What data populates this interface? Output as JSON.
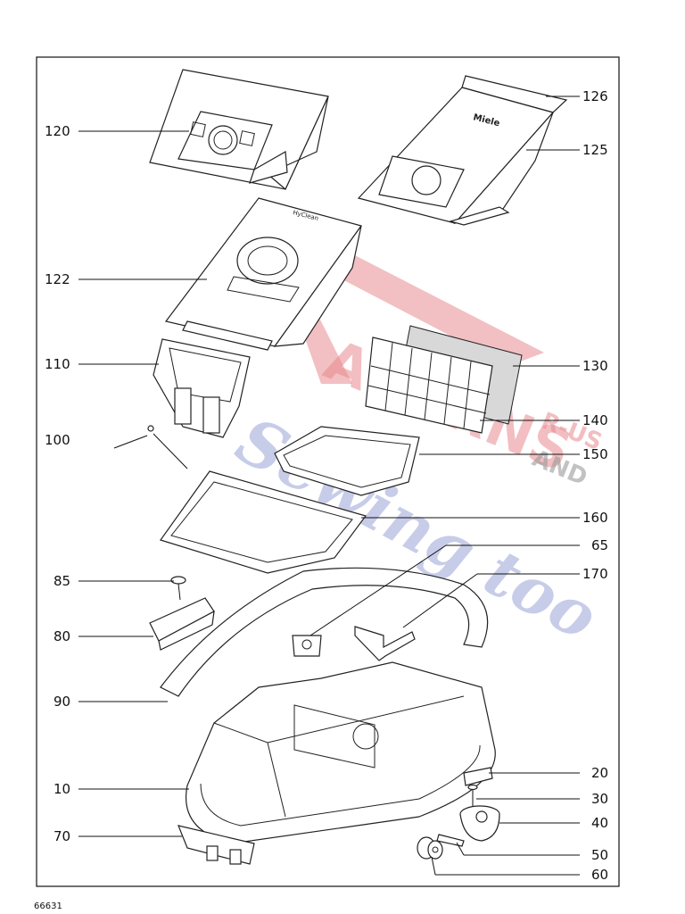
{
  "figure_number": "66631",
  "parts": [
    {
      "id": "120",
      "label": "120"
    },
    {
      "id": "126",
      "label": "126"
    },
    {
      "id": "125",
      "label": "125"
    },
    {
      "id": "122",
      "label": "122"
    },
    {
      "id": "110",
      "label": "110"
    },
    {
      "id": "130",
      "label": "130"
    },
    {
      "id": "140",
      "label": "140"
    },
    {
      "id": "100",
      "label": "100"
    },
    {
      "id": "150",
      "label": "150"
    },
    {
      "id": "160",
      "label": "160"
    },
    {
      "id": "65",
      "label": "65"
    },
    {
      "id": "85",
      "label": "85"
    },
    {
      "id": "170",
      "label": "170"
    },
    {
      "id": "80",
      "label": "80"
    },
    {
      "id": "90",
      "label": "90"
    },
    {
      "id": "20",
      "label": "20"
    },
    {
      "id": "10",
      "label": "10"
    },
    {
      "id": "30",
      "label": "30"
    },
    {
      "id": "40",
      "label": "40"
    },
    {
      "id": "70",
      "label": "70"
    },
    {
      "id": "50",
      "label": "50"
    },
    {
      "id": "60",
      "label": "60"
    }
  ],
  "watermark": {
    "line1": "ACORNS",
    "line2": "Sewing too",
    "line3": "R-US",
    "line4": "AND"
  },
  "bag_brand_1": "Miele",
  "bag_brand_2": "HyClean"
}
